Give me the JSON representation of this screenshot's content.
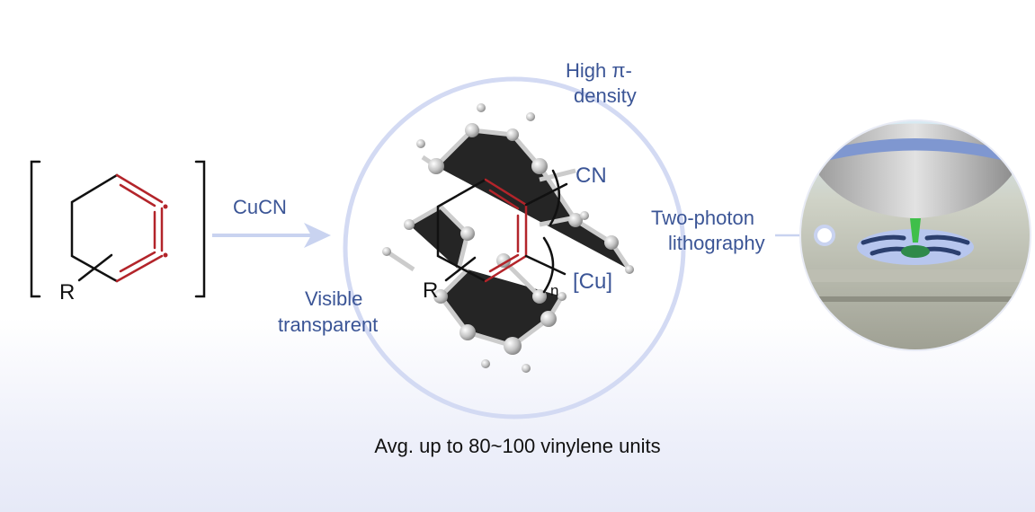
{
  "reagent": "CuCN",
  "substituent": "R",
  "labels": {
    "pi_density_line1": "High π-",
    "pi_density_line2": "density",
    "cn": "CN",
    "cu": "[Cu]",
    "repeat": "n",
    "r": "R",
    "visible_line1": "Visible",
    "visible_line2": "transparent",
    "litho_line1": "Two-photon",
    "litho_line2": "lithography"
  },
  "caption": "Avg. up to 80~100 vinylene units",
  "colors": {
    "accent_text": "#3b5596",
    "bond_red": "#b3242a",
    "halo": "#c9d3f0"
  }
}
